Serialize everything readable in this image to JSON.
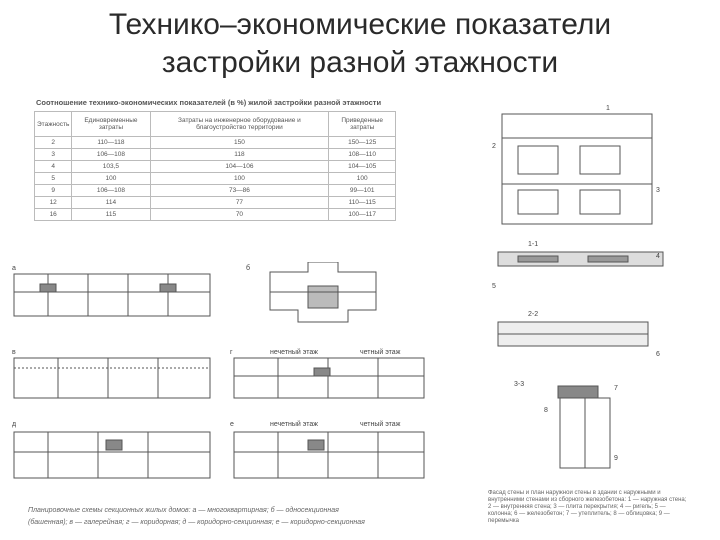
{
  "slide": {
    "title_line1": "Технико–экономические показатели",
    "title_line2": "застройки разной этажности"
  },
  "table": {
    "caption": "Соотношение технико-экономических показателей (в %) жилой застройки разной этажности",
    "headers": [
      "Этажность",
      "Единовременные затраты",
      "Затраты на инженерное оборудование и благоустройство территории",
      "Приведенные затраты"
    ],
    "rows": [
      [
        "2",
        "110—118",
        "150",
        "150—125"
      ],
      [
        "3",
        "106—108",
        "118",
        "108—110"
      ],
      [
        "4",
        "103,5",
        "104—106",
        "104—105"
      ],
      [
        "5",
        "100",
        "100",
        "100"
      ],
      [
        "9",
        "106—108",
        "73—86",
        "99—101"
      ],
      [
        "12",
        "114",
        "77",
        "110—115"
      ],
      [
        "16",
        "115",
        "70",
        "100—117"
      ]
    ]
  },
  "plans": {
    "labels": [
      "а",
      "б",
      "в",
      "г",
      "д",
      "е"
    ],
    "floor_labels": [
      "нечетный этаж",
      "четный этаж",
      "нечетный этаж",
      "четный этаж"
    ],
    "caption_line1": "Планировочные схемы секционных жилых домов: а — многоквартирная; б — односекционная",
    "caption_line2": "(башенная); в — галерейная; г — коридорная; д — коридорно-секционная; е — коридорно-секционная"
  },
  "section": {
    "labels": [
      "1",
      "2",
      "3",
      "4",
      "5",
      "6",
      "7",
      "8",
      "9"
    ],
    "cut_labels": [
      "1-1",
      "2-2",
      "3-3"
    ],
    "caption": "Фасад стены и план наружной стены в здании с наружными и внутренними стенами из сборного железобетона: 1 — наружная стена; 2 — внутренняя стена; 3 — плита перекрытия; 4 — ригель; 5 — колонна; 6 — железобетон; 7 — утеплитель; 8 — облицовка; 9 — перемычка"
  }
}
